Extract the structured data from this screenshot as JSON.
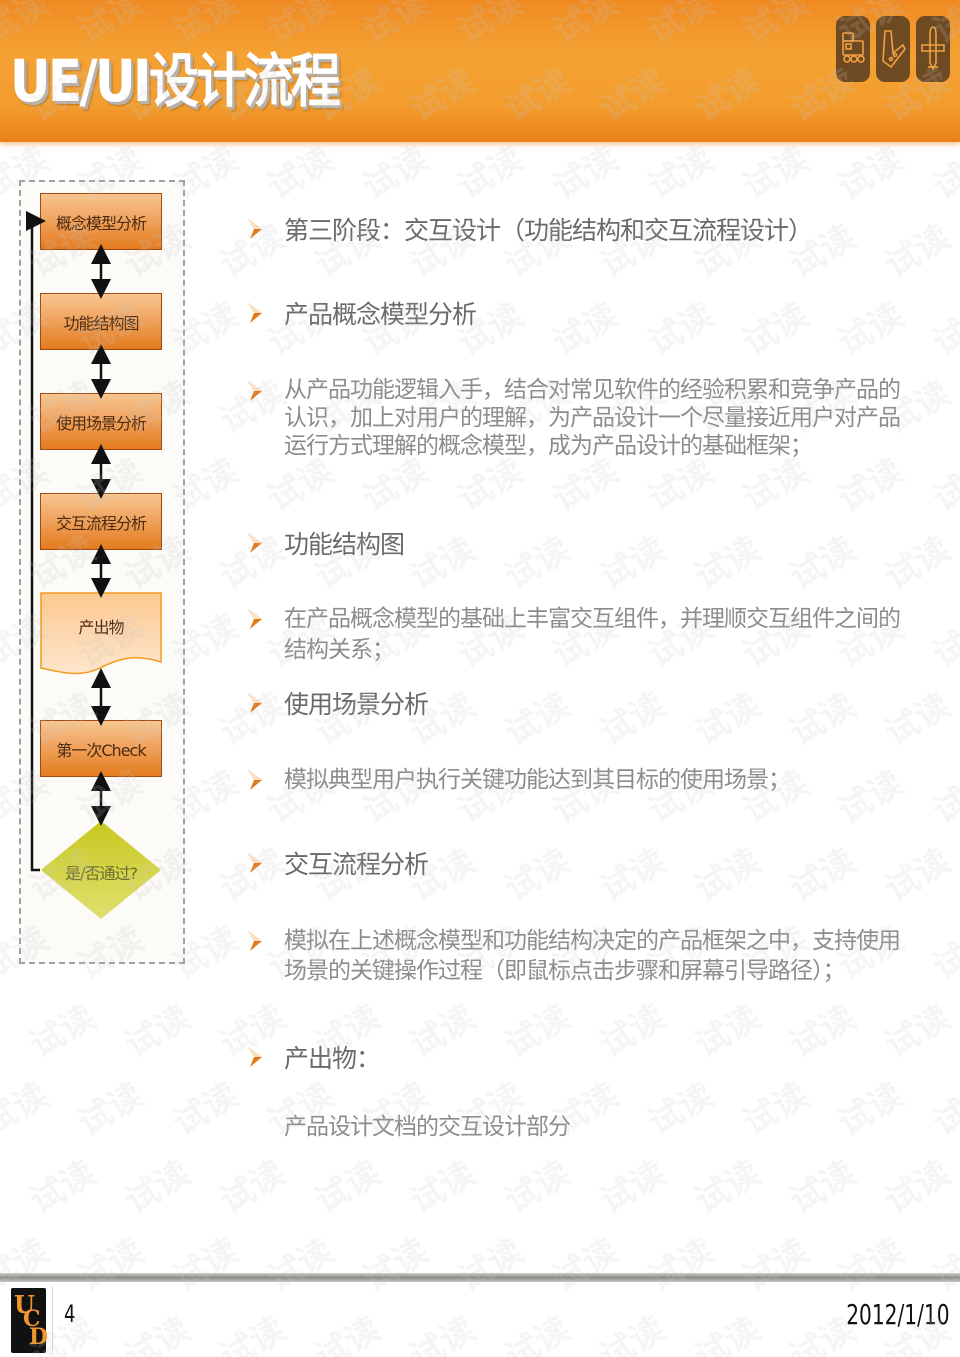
{
  "header": {
    "title": "UE/UI设计流程",
    "icons": [
      "train-icon",
      "boomerang-icon",
      "airplane-icon"
    ],
    "colors": {
      "band": "#f39c2e",
      "icon_bg": "#6e4a22",
      "icon_line": "#f0a040"
    }
  },
  "flowchart": {
    "nodes": [
      {
        "label": "概念模型分析",
        "shape": "rect"
      },
      {
        "label": "功能结构图",
        "shape": "rect"
      },
      {
        "label": "使用场景分析",
        "shape": "rect"
      },
      {
        "label": "交互流程分析",
        "shape": "rect"
      },
      {
        "label": "产出物",
        "shape": "document"
      },
      {
        "label": "第一次Check",
        "shape": "rect"
      },
      {
        "label": "是/否通过?",
        "shape": "diamond"
      }
    ],
    "loop_back": "是/否通过? → 概念模型分析",
    "colors": {
      "box": "#e88a3a",
      "doc": "#fcd4a8",
      "diamond": "#d4d44a"
    }
  },
  "content": {
    "items": [
      {
        "text": "第三阶段：交互设计（功能结构和交互流程设计）",
        "kind": "heading"
      },
      {
        "text": "产品概念模型分析",
        "kind": "heading"
      },
      {
        "text": "从产品功能逻辑入手，结合对常见软件的经验积累和竞争产品的认识，加上对用户的理解，为产品设计一个尽量接近用户对产品运行方式理解的概念模型，成为产品设计的基础框架；",
        "kind": "body"
      },
      {
        "text": "功能结构图",
        "kind": "heading"
      },
      {
        "text": "在产品概念模型的基础上丰富交互组件，并理顺交互组件之间的结构关系；",
        "kind": "body"
      },
      {
        "text": "使用场景分析",
        "kind": "heading"
      },
      {
        "text": "模拟典型用户执行关键功能达到其目标的使用场景；",
        "kind": "body"
      },
      {
        "text": "交互流程分析",
        "kind": "heading"
      },
      {
        "text": "模拟在上述概念模型和功能结构决定的产品框架之中，支持使用场景的关键操作过程（即鼠标点击步骤和屏幕引导路径）；",
        "kind": "body"
      },
      {
        "text": "产出物：",
        "kind": "heading"
      }
    ],
    "plain": "产品设计文档的交互设计部分",
    "bullet_color": "#e07a1a"
  },
  "footer": {
    "logo": "UCD",
    "page_number": "4",
    "date": "2012/1/10"
  },
  "watermark": "试读"
}
